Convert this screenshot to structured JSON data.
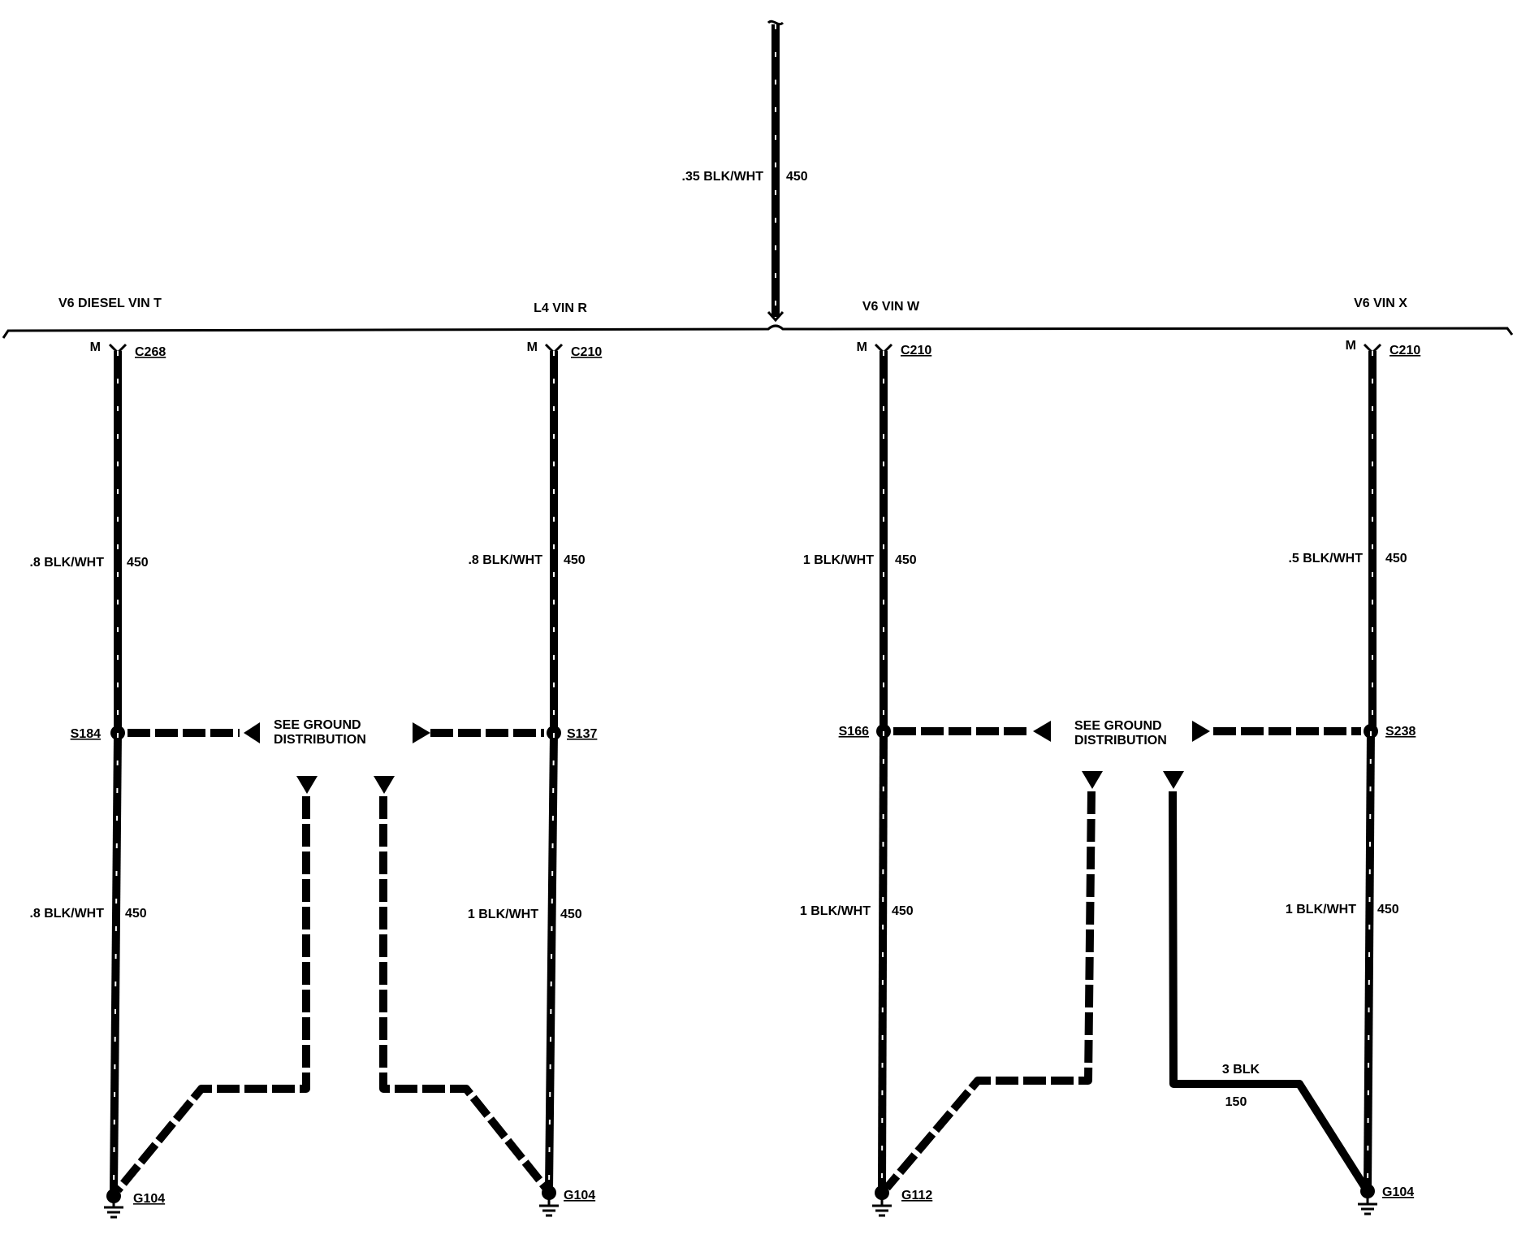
{
  "top_feed": {
    "wire": ".35 BLK/WHT",
    "circuit": "450"
  },
  "sections": [
    {
      "title": "V6 DIESEL VIN T",
      "pin": "M",
      "connector": "C268",
      "upper_wire": ".8 BLK/WHT",
      "upper_circuit": "450",
      "splice": "S184",
      "lower_wire": ".8 BLK/WHT",
      "lower_circuit": "450",
      "ground": "G104"
    },
    {
      "title": "L4 VIN R",
      "pin": "M",
      "connector": "C210",
      "upper_wire": ".8 BLK/WHT",
      "upper_circuit": "450",
      "splice": "S137",
      "lower_wire": "1 BLK/WHT",
      "lower_circuit": "450",
      "ground": "G104"
    },
    {
      "title": "V6 VIN W",
      "pin": "M",
      "connector": "C210",
      "upper_wire": "1 BLK/WHT",
      "upper_circuit": "450",
      "splice": "S166",
      "lower_wire": "1 BLK/WHT",
      "lower_circuit": "450",
      "ground": "G112"
    },
    {
      "title": "V6 VIN X",
      "pin": "M",
      "connector": "C210",
      "upper_wire": ".5 BLK/WHT",
      "upper_circuit": "450",
      "splice": "S238",
      "lower_wire": "1 BLK/WHT",
      "lower_circuit": "450",
      "ground": "G104"
    }
  ],
  "ground_distribution_notes": [
    {
      "line1": "SEE GROUND",
      "line2": "DISTRIBUTION"
    },
    {
      "line1": "SEE GROUND",
      "line2": "DISTRIBUTION"
    }
  ],
  "ground_strap": {
    "wire": "3 BLK",
    "circuit": "150"
  }
}
